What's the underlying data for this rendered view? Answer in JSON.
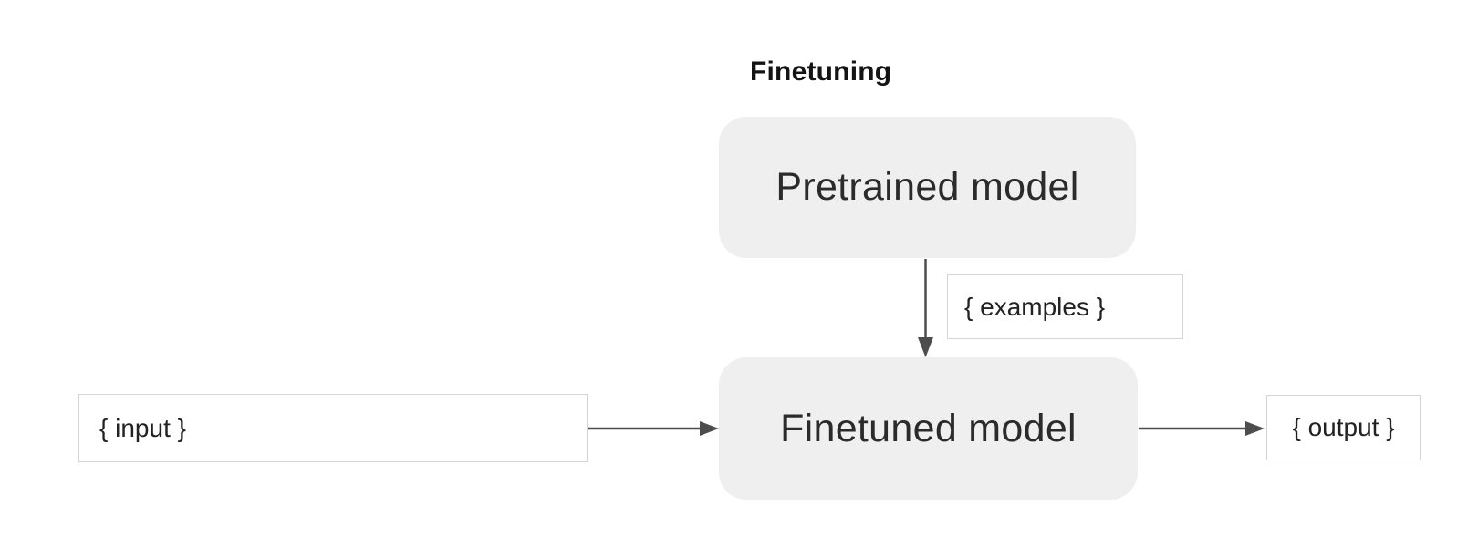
{
  "diagram": {
    "title": "Finetuning",
    "nodes": [
      {
        "id": "pretrained-model",
        "label": "Pretrained model",
        "shape": "rounded-rect"
      },
      {
        "id": "finetuned-model",
        "label": "Finetuned model",
        "shape": "rounded-rect"
      }
    ],
    "io_labels": {
      "examples": "{ examples }",
      "input": "{ input }",
      "output": "{ output }"
    },
    "edges": [
      {
        "from": "pretrained-model",
        "to": "finetuned-model",
        "label": "{ examples }",
        "direction": "down"
      },
      {
        "from": "input",
        "to": "finetuned-model",
        "direction": "right"
      },
      {
        "from": "finetuned-model",
        "to": "output",
        "direction": "right"
      }
    ],
    "colors": {
      "background": "#ffffff",
      "node_fill": "#efefef",
      "io_box_fill": "#ffffff",
      "io_box_border": "#d4d4d4",
      "arrow": "#4d4d4d",
      "title_text": "#141414",
      "node_text": "#2b2b2b",
      "io_text": "#222222"
    }
  }
}
